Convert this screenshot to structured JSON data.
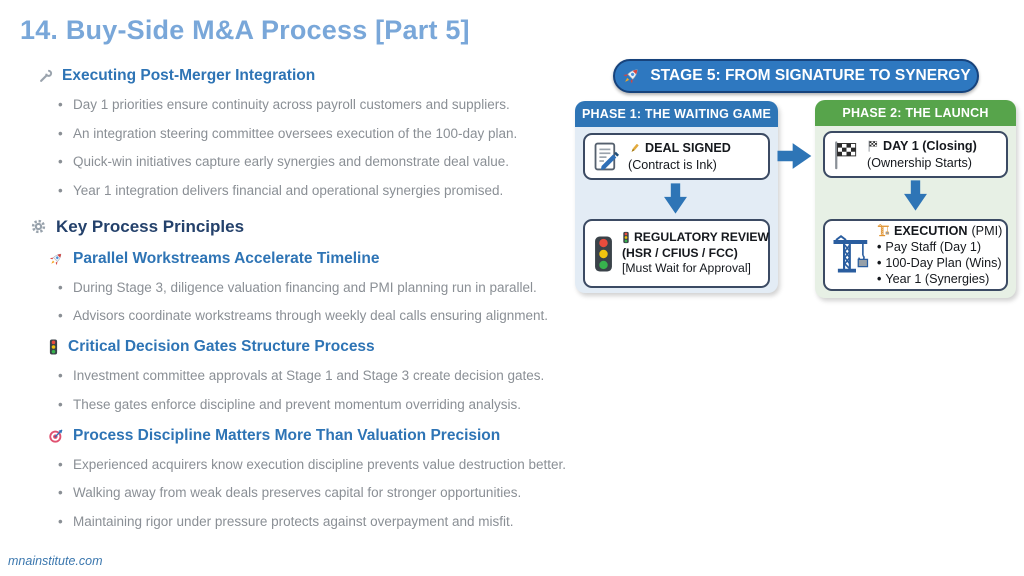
{
  "slide": {
    "title": "14. Buy-Side M&A Process [Part 5]",
    "footer": "mnainstitute.com"
  },
  "colors": {
    "title_blue": "#79a7d9",
    "heading_blue": "#2e74b5",
    "heading_navy": "#24416b",
    "body_gray": "#8a8f95",
    "banner_blue": "#2e78c0",
    "phase1_header_blue": "#2e75b6",
    "phase2_header_green": "#57a44b",
    "panel1_bg": "#e3ecf5",
    "panel2_bg": "#e7f0e5",
    "arrow_blue": "#2e75b6"
  },
  "sections": [
    {
      "icon": "wrench-icon",
      "title": "Executing Post-Merger Integration",
      "bullets": [
        "Day 1 priorities ensure continuity across payroll customers and suppliers.",
        "An integration steering committee oversees execution of the 100-day plan.",
        "Quick-win initiatives capture early synergies and demonstrate deal value.",
        "Year 1 integration delivers financial and operational synergies promised."
      ]
    },
    {
      "icon": "gear-icon",
      "title": "Key Process Principles",
      "subsections": [
        {
          "icon": "rocket-icon",
          "title": "Parallel Workstreams Accelerate Timeline",
          "bullets": [
            "During Stage 3, diligence valuation financing and PMI planning run in parallel.",
            "Advisors coordinate workstreams through weekly deal calls ensuring alignment."
          ]
        },
        {
          "icon": "traffic-light-icon",
          "title": "Critical Decision Gates Structure Process",
          "bullets": [
            "Investment committee approvals at Stage 1 and Stage 3 create decision gates.",
            "These gates enforce discipline and prevent momentum overriding analysis."
          ]
        },
        {
          "icon": "target-dart-icon",
          "title": "Process Discipline Matters More Than Valuation Precision",
          "bullets": [
            "Experienced acquirers know execution discipline prevents value destruction better.",
            "Walking away from weak deals preserves capital for stronger opportunities.",
            "Maintaining rigor under pressure protects against overpayment and misfit."
          ]
        }
      ]
    }
  ],
  "diagram": {
    "banner": {
      "icon": "rocket-icon",
      "label": "STAGE 5: FROM SIGNATURE TO SYNERGY"
    },
    "phase1": {
      "header": "PHASE 1: THE WAITING GAME",
      "card1": {
        "icon": "memo-pen-icon",
        "small_icon": "gold-pen-icon",
        "title": "DEAL SIGNED",
        "subtitle": "(Contract is Ink)"
      },
      "card2": {
        "icon": "traffic-light-icon",
        "small_icon": "traffic-light-icon",
        "title": "REGULATORY REVIEW",
        "line2": "(HSR / CFIUS / FCC)",
        "line3": "[Must Wait for Approval]"
      }
    },
    "phase2": {
      "header": "PHASE 2: THE LAUNCH",
      "card1": {
        "icon": "checkered-flag-icon",
        "small_icon": "checkered-flag-icon",
        "title": "DAY 1 (Closing)",
        "subtitle": "(Ownership Starts)"
      },
      "card2": {
        "icon": "crane-icon",
        "small_icon": "crane-icon",
        "title": "EXECUTION",
        "title_suffix": "(PMI)",
        "items": [
          "Pay Staff (Day 1)",
          "100-Day Plan (Wins)",
          "Year 1 (Synergies)"
        ]
      }
    }
  }
}
